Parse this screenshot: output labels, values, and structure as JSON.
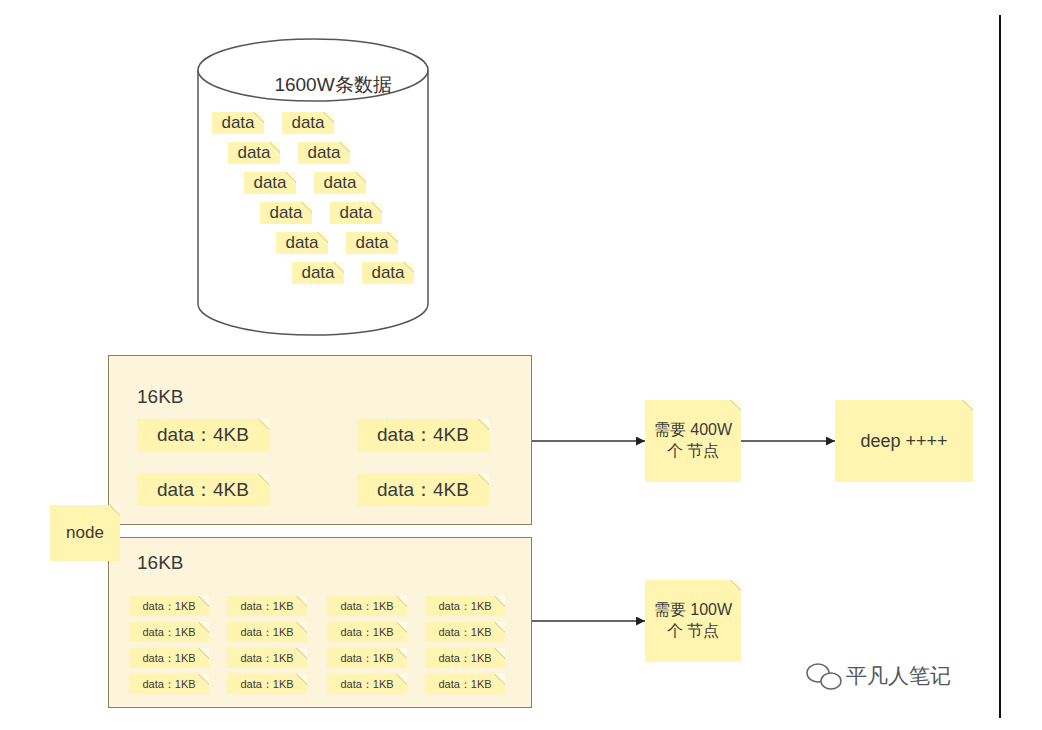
{
  "diagram": {
    "nodes": [
      {
        "text": [
          "1600W条数据"
        ]
      },
      {
        "text": [
          "data"
        ],
        "in": 0
      },
      {
        "text": [
          "data"
        ],
        "in": 0
      },
      {
        "text": [
          "data"
        ],
        "in": 0
      },
      {
        "text": [
          "data"
        ],
        "in": 0
      },
      {
        "text": [
          "data"
        ],
        "in": 0
      },
      {
        "text": [
          "data"
        ],
        "in": 0
      },
      {
        "text": [
          "data"
        ],
        "in": 0
      },
      {
        "text": [
          "data"
        ],
        "in": 0
      },
      {
        "text": [
          "data"
        ],
        "in": 0
      },
      {
        "text": [
          "data"
        ],
        "in": 0
      },
      {
        "text": [
          "data"
        ],
        "in": 0
      },
      {
        "text": [
          "data"
        ],
        "in": 0
      },
      {
        "text": [
          "16KB"
        ]
      },
      {
        "text": [
          "data：4KB"
        ],
        "in": 13
      },
      {
        "text": [
          "data：4KB"
        ],
        "in": 13
      },
      {
        "text": [
          "data：4KB"
        ],
        "in": 13
      },
      {
        "text": [
          "data：4KB"
        ],
        "in": 13
      },
      {
        "text": [
          "16KB"
        ]
      },
      {
        "text": [
          "data：1KB"
        ],
        "in": 18
      },
      {
        "text": [
          "data：1KB"
        ],
        "in": 18
      },
      {
        "text": [
          "data：1KB"
        ],
        "in": 18
      },
      {
        "text": [
          "data：1KB"
        ],
        "in": 18
      },
      {
        "text": [
          "data：1KB"
        ],
        "in": 18
      },
      {
        "text": [
          "data：1KB"
        ],
        "in": 18
      },
      {
        "text": [
          "data：1KB"
        ],
        "in": 18
      },
      {
        "text": [
          "data：1KB"
        ],
        "in": 18
      },
      {
        "text": [
          "data：1KB"
        ],
        "in": 18
      },
      {
        "text": [
          "data：1KB"
        ],
        "in": 18
      },
      {
        "text": [
          "data：1KB"
        ],
        "in": 18
      },
      {
        "text": [
          "data：1KB"
        ],
        "in": 18
      },
      {
        "text": [
          "data：1KB"
        ],
        "in": 18
      },
      {
        "text": [
          "data：1KB"
        ],
        "in": 18
      },
      {
        "text": [
          "data：1KB"
        ],
        "in": 18
      },
      {
        "text": [
          "data：1KB"
        ],
        "in": 18
      },
      {
        "text": [
          "node"
        ]
      },
      {
        "text": [
          "需要 400W个 节点"
        ]
      },
      {
        "text": [
          "deep ++++"
        ]
      },
      {
        "text": [
          "需要 100W个 节点"
        ]
      }
    ],
    "edges": [
      {
        "from": 13,
        "to": 36,
        "arrow": "to"
      },
      {
        "from": 36,
        "to": 37,
        "arrow": "to"
      },
      {
        "from": 18,
        "to": 38,
        "arrow": "to"
      }
    ],
    "labels": [
      "平凡人笔记"
    ]
  }
}
